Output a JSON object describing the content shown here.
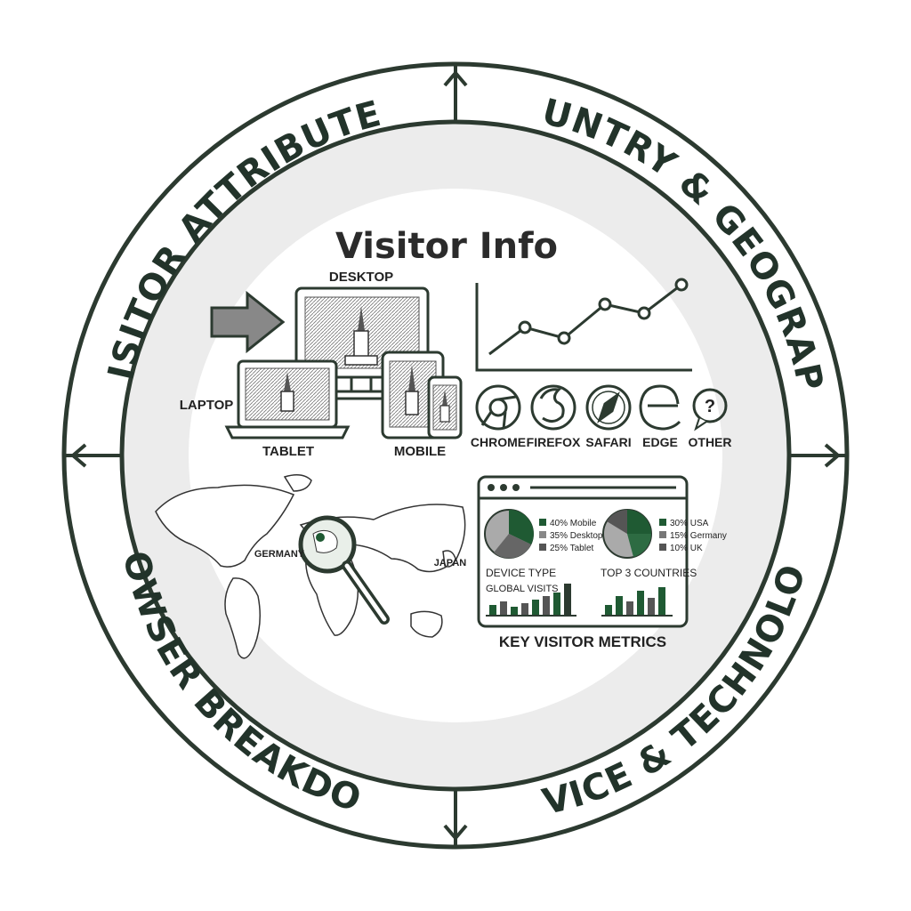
{
  "ring": {
    "top_left": "VISITOR ATTRIBUTES",
    "top_right": "COUNTRY & GEOGRAPHY",
    "bottom_left": "BROWSER BREAKDOWN",
    "bottom_right": "DEVICE & TECHNOLOGY"
  },
  "center": {
    "title": "Visitor Info"
  },
  "devices": {
    "desktop": "DESKTOP",
    "laptop": "LAPTOP",
    "tablet": "TABLET",
    "mobile": "MOBILE"
  },
  "browsers": [
    "CHROME",
    "FIREFOX",
    "SAFARI",
    "EDGE",
    "OTHER"
  ],
  "map": {
    "germany": "GERMANY",
    "japan": "JAPAN"
  },
  "dashboard": {
    "device_legend": [
      "40% Mobile",
      "35% Desktop",
      "25% Tablet"
    ],
    "country_legend": [
      "30% USA",
      "15% Germany",
      "10% UK"
    ],
    "device_type": "DEVICE TYPE",
    "global_visits": "GLOBAL VISITS",
    "top_countries": "TOP 3 COUNTRIES",
    "caption": "KEY VISITOR METRICS"
  },
  "colors": {
    "dark_green": "#1f5a33",
    "ring_stroke": "#2c3a30",
    "gray": "#8a8a8a"
  }
}
